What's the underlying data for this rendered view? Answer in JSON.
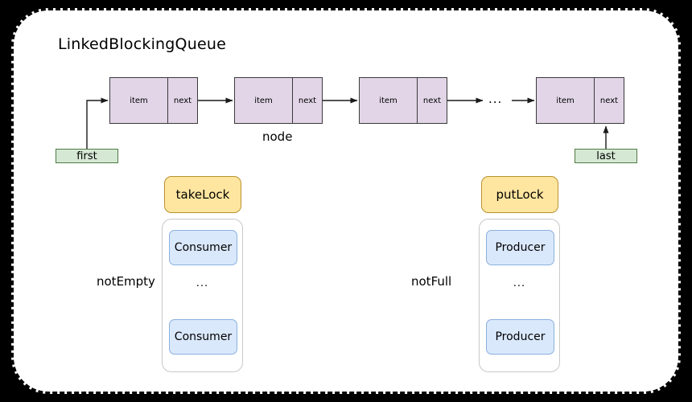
{
  "diagram": {
    "title": "LinkedBlockingQueue",
    "node_label": "node",
    "list_ellipsis": "...",
    "nodes": [
      {
        "item": "item",
        "next": "next"
      },
      {
        "item": "item",
        "next": "next"
      },
      {
        "item": "item",
        "next": "next"
      },
      {
        "item": "item",
        "next": "next"
      }
    ],
    "pointers": {
      "first": "first",
      "last": "last"
    },
    "take_side": {
      "lock": "takeLock",
      "condition": "notEmpty",
      "waiters": [
        "Consumer",
        "Consumer"
      ],
      "waiters_ellipsis": "..."
    },
    "put_side": {
      "lock": "putLock",
      "condition": "notFull",
      "waiters": [
        "Producer",
        "Producer"
      ],
      "waiters_ellipsis": "..."
    },
    "colors": {
      "node_fill": "#e1d5e7",
      "node_stroke": "#3a3a3a",
      "pointer_fill": "#d5e8d4",
      "pointer_stroke": "#4f7942",
      "lock_fill": "#ffe6a0",
      "lock_stroke": "#b8922e",
      "waiter_fill": "#dae8fc",
      "waiter_stroke": "#8ab0dd",
      "group_stroke": "#c8c8c8",
      "panel_border": "#000000",
      "background": "#000000"
    }
  }
}
